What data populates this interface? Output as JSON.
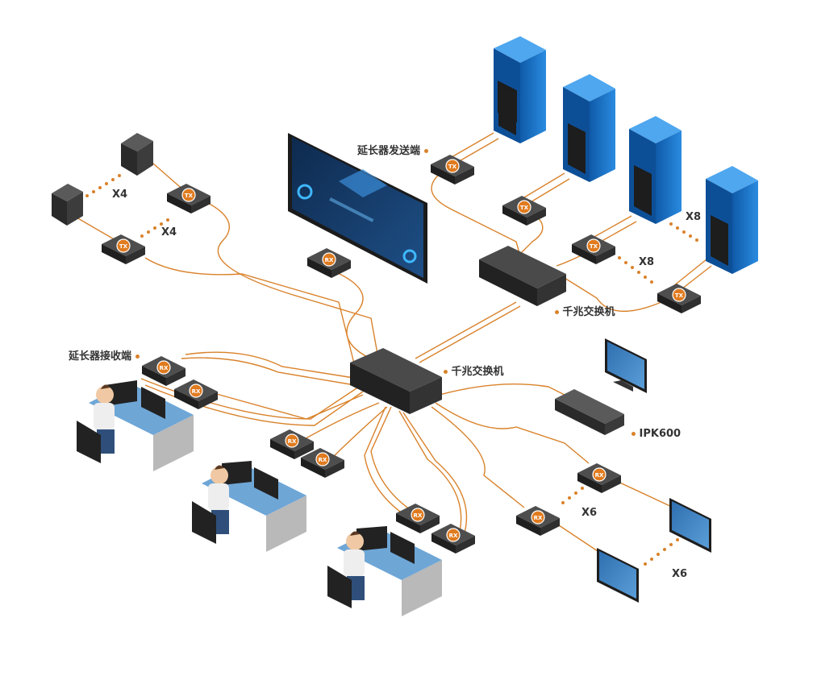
{
  "labels": {
    "tx_end": "延长器发送端",
    "rx_end": "延长器接收端",
    "switch_top": "千兆交换机",
    "switch_main": "千兆交换机",
    "ipk": "IPK600"
  },
  "multipliers": {
    "pc1": "X4",
    "pc2": "X4",
    "srv1": "X8",
    "srv2": "X8",
    "rx_right": "X6",
    "monitor_right": "X6"
  },
  "badges": {
    "tx": "TX",
    "rx": "RX"
  },
  "colors": {
    "cable": "#d9822b",
    "badge": "#e07b1f",
    "server": "#1a6fc4",
    "device": "#2b2b2b",
    "desk": "#6ea6d6"
  }
}
